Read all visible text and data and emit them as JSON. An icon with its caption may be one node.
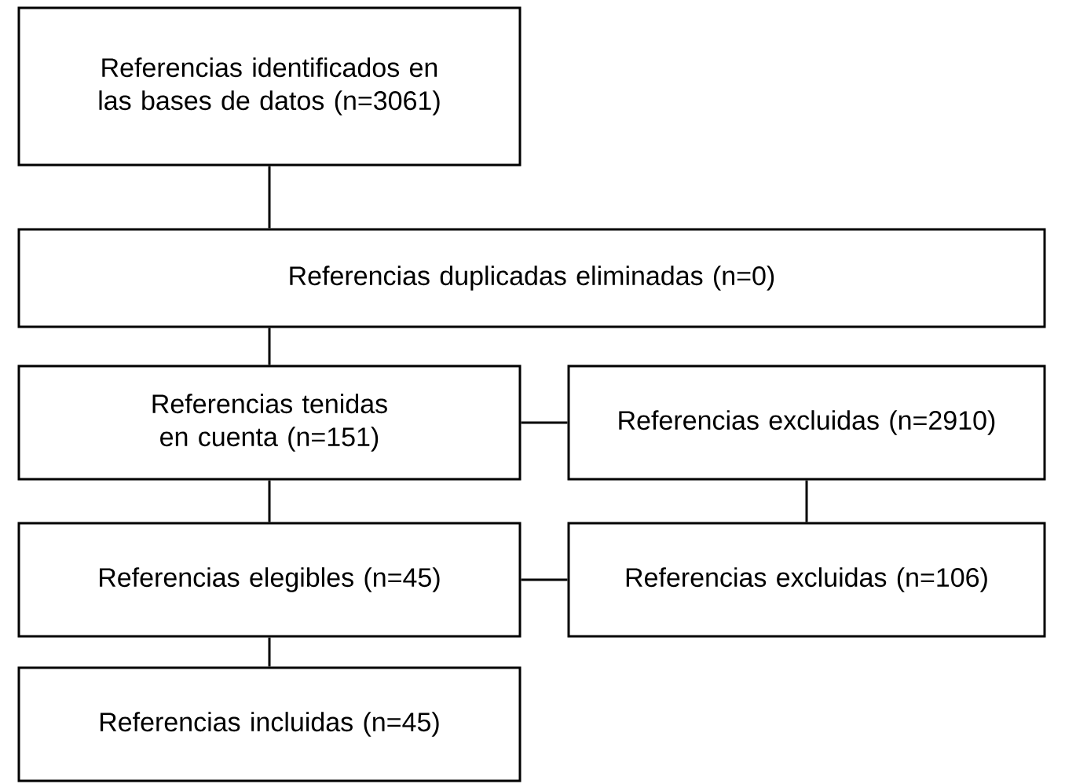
{
  "diagram": {
    "nodes": [
      {
        "text": [
          "Referencias identificados en las bases de datos (n=3061)"
        ]
      },
      {
        "text": [
          "Referencias duplicadas eliminadas (n=0)"
        ]
      },
      {
        "text": [
          "Referencias tenidas en cuenta (n=151)"
        ]
      },
      {
        "text": [
          "Referencias excluidas (n=2910)"
        ]
      },
      {
        "text": [
          "Referencias elegibles (n=45)"
        ]
      },
      {
        "text": [
          "Referencias excluidas (n=106)"
        ]
      },
      {
        "text": [
          "Referencias incluidas (n=45)"
        ]
      }
    ],
    "edges": [
      {
        "from": 0,
        "to": 1,
        "arrow": "none"
      },
      {
        "from": 1,
        "to": 2,
        "arrow": "none"
      },
      {
        "from": 2,
        "to": 3,
        "arrow": "none"
      },
      {
        "from": 3,
        "to": 5,
        "arrow": "none"
      },
      {
        "from": 2,
        "to": 4,
        "arrow": "none"
      },
      {
        "from": 4,
        "to": 5,
        "arrow": "none"
      },
      {
        "from": 4,
        "to": 6,
        "arrow": "none"
      }
    ]
  }
}
